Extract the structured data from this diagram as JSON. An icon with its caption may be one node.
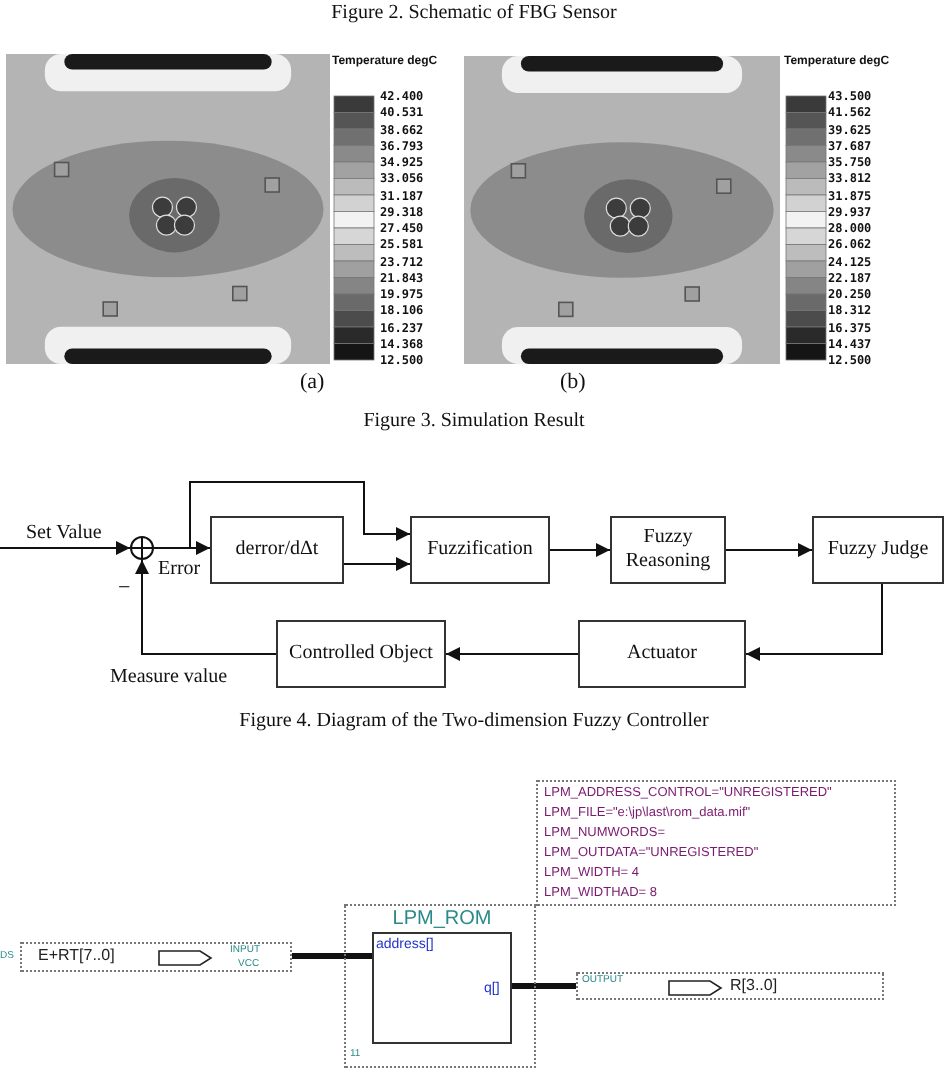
{
  "diagram": {
    "nodes": [
      {
        "text": [],
        "shape": "circle"
      },
      {
        "text": [
          "derror/dΔt"
        ]
      },
      {
        "text": [
          "Fuzzification"
        ]
      },
      {
        "text": [
          "Fuzzy Reasoning"
        ]
      },
      {
        "text": [
          "Fuzzy Judge"
        ]
      },
      {
        "text": [
          "Actuator"
        ]
      },
      {
        "text": [
          "Controlled Object"
        ]
      },
      {
        "text": [
          "E+RT[7..0]",
          "INPUT",
          "VCC"
        ],
        "beside": [
          "DS"
        ]
      },
      {
        "text": [
          "LPM_ROM",
          "address[]",
          "q[]"
        ]
      },
      {
        "text": [
          "OUTPUT",
          "R[3..0]"
        ]
      }
    ],
    "edges": [
      {
        "from": null,
        "to": 0,
        "arrow": "to",
        "label": "Set Value"
      },
      {
        "from": 0,
        "to": 1,
        "arrow": "to",
        "label": "Error"
      },
      {
        "from": 0,
        "to": 2,
        "arrow": "to"
      },
      {
        "from": 1,
        "to": 2,
        "arrow": "to"
      },
      {
        "from": 2,
        "to": 3,
        "arrow": "to"
      },
      {
        "from": 3,
        "to": 4,
        "arrow": "to"
      },
      {
        "from": 4,
        "to": 5,
        "arrow": "to"
      },
      {
        "from": 5,
        "to": 6,
        "arrow": "to"
      },
      {
        "from": 6,
        "to": 0,
        "arrow": "to",
        "label": "Measure value"
      },
      {
        "from": 7,
        "to": 8,
        "arrow": "none",
        "style": "thick"
      },
      {
        "from": 8,
        "to": 9,
        "arrow": "none",
        "style": "thick"
      }
    ],
    "labels": [
      "Figure 2. Schematic of FBG Sensor",
      "Temperature degC",
      "42.400",
      "40.531",
      "38.662",
      "36.793",
      "34.925",
      "33.056",
      "31.187",
      "29.318",
      "27.450",
      "25.581",
      "23.712",
      "21.843",
      "19.975",
      "18.106",
      "16.237",
      "14.368",
      "12.500",
      "Temperature degC",
      "43.500",
      "41.562",
      "39.625",
      "37.687",
      "35.750",
      "33.812",
      "31.875",
      "29.937",
      "28.000",
      "26.062",
      "24.125",
      "22.187",
      "20.250",
      "18.312",
      "16.375",
      "14.437",
      "12.500",
      "(a)",
      "(b)",
      "Figure 3. Simulation Result",
      "−",
      "Figure 4. Diagram of the Two-dimension Fuzzy Controller",
      "LPM_ADDRESS_CONTROL=\"UNREGISTERED\"",
      "LPM_FILE=\"e:\\jp\\last\\rom_data.mif\"",
      "LPM_NUMWORDS=",
      "LPM_OUTDATA=\"UNREGISTERED\"",
      "LPM_WIDTH= 4",
      "LPM_WIDTHAD= 8",
      "11"
    ]
  }
}
